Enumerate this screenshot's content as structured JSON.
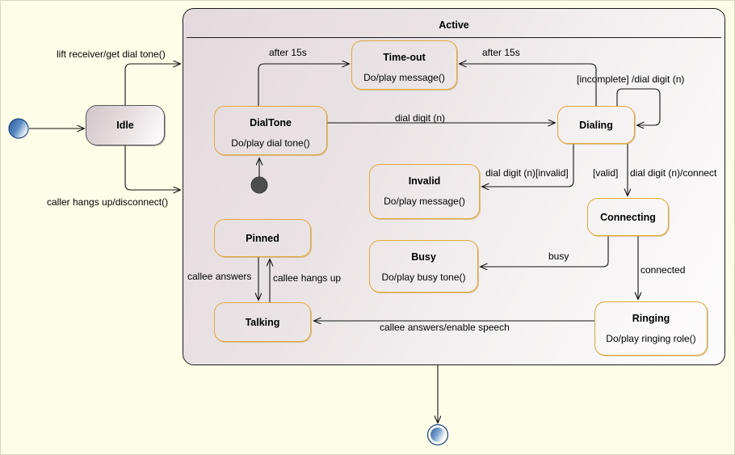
{
  "diagram": {
    "type": "uml-state-machine",
    "title_text": "Active",
    "background_color": "#fefee8",
    "state_fill_color": "#ffd67a",
    "composite_fill_color": "#eae3e5",
    "initial_node_color": "#2a5c9c",
    "final_node_color": "#2a5c9c",
    "history_node_color": "#4d4d4d"
  },
  "composite": {
    "name": "Active"
  },
  "states": [
    {
      "id": "idle",
      "name": "Idle",
      "activity": ""
    },
    {
      "id": "timeout",
      "name": "Time-out",
      "activity": "Do/play message()"
    },
    {
      "id": "dialtone",
      "name": "DialTone",
      "activity": "Do/play dial tone()"
    },
    {
      "id": "dialing",
      "name": "Dialing",
      "activity": ""
    },
    {
      "id": "invalid",
      "name": "Invalid",
      "activity": "Do/play message()"
    },
    {
      "id": "connecting",
      "name": "Connecting",
      "activity": ""
    },
    {
      "id": "busy",
      "name": "Busy",
      "activity": "Do/play busy tone()"
    },
    {
      "id": "pinned",
      "name": "Pinned",
      "activity": ""
    },
    {
      "id": "talking",
      "name": "Talking",
      "activity": ""
    },
    {
      "id": "ringing",
      "name": "Ringing",
      "activity": "Do/play ringing role()"
    }
  ],
  "transitions": [
    {
      "id": "t_start_idle",
      "label": ""
    },
    {
      "id": "t_idle_active_lift",
      "label": "lift receiver/get dial tone()"
    },
    {
      "id": "t_idle_active_hangup",
      "label": "caller hangs up/disconnect()"
    },
    {
      "id": "t_dialtone_timeout",
      "label": "after 15s"
    },
    {
      "id": "t_dialing_timeout",
      "label": "after 15s"
    },
    {
      "id": "t_dialtone_dialing",
      "label": "dial digit (n)"
    },
    {
      "id": "t_dialing_self",
      "label": "[incomplete] /dial digit (n)"
    },
    {
      "id": "t_dialing_invalid",
      "label": "dial digit (n)[invalid]"
    },
    {
      "id": "t_dialing_connecting",
      "label_guard": "[valid]",
      "label_effect": "dial digit (n)/connect"
    },
    {
      "id": "t_connecting_busy",
      "label": "busy"
    },
    {
      "id": "t_connecting_ringing",
      "label": "connected"
    },
    {
      "id": "t_ringing_talking",
      "label": "callee answers/enable speech"
    },
    {
      "id": "t_talking_pinned",
      "label": "callee hangs up"
    },
    {
      "id": "t_pinned_talking",
      "label": "callee answers"
    },
    {
      "id": "t_active_final",
      "label": ""
    }
  ],
  "nodes": {
    "initial": "initial-node",
    "history": "history-node",
    "final": "final-node"
  }
}
